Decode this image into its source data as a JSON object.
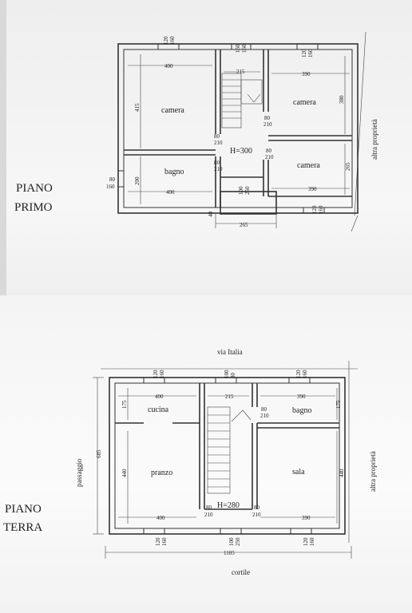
{
  "top_plan": {
    "title_line1": "PIANO",
    "title_line2": "PRIMO",
    "height_label": "H=300",
    "neighbor_label": "altra proprietà",
    "rooms": {
      "camera_left": "camera",
      "camera_top_right": "camera",
      "camera_bottom_right": "camera",
      "bagno": "bagno"
    },
    "dims": {
      "w400_top": "400",
      "w215": "215",
      "w390_top": "390",
      "w415": "415",
      "w200": "200",
      "w400_bottom": "400",
      "w390_bottom": "390",
      "w380": "380",
      "w265_side": "265",
      "w265_bottom": "265",
      "w40": "40"
    },
    "windows": {
      "top_left_a": "120",
      "top_left_b": "160",
      "top_mid_a": "150",
      "top_mid_b": "160",
      "top_right_a": "120",
      "top_right_b": "160",
      "left_a": "80",
      "left_b": "160",
      "bottom_mid_a": "100",
      "bottom_mid_b": "250",
      "bottom_right_a": "120",
      "bottom_right_b": "160"
    },
    "doors": {
      "d1_a": "80",
      "d1_b": "210",
      "d2_a": "80",
      "d2_b": "210",
      "d3_a": "80",
      "d3_b": "210",
      "d4_a": "80",
      "d4_b": "210"
    }
  },
  "bottom_plan": {
    "title_line1": "PIANO",
    "title_line2": "TERRA",
    "street_label": "via Italia",
    "courtyard_label": "cortile",
    "passage_label": "passaggio",
    "neighbor_label": "altra proprietà",
    "height_label": "H=280",
    "rooms": {
      "cucina": "cucina",
      "bagno": "bagno",
      "pranzo": "pranzo",
      "sala": "sala"
    },
    "dims": {
      "w400_top": "400",
      "w215": "215",
      "w390_top": "390",
      "w175_left": "175",
      "w175_right": "175",
      "w440_left": "440",
      "w440_right": "440",
      "w400_bottom": "400",
      "w390_bottom": "390",
      "w685": "685",
      "w1105": "1105"
    },
    "windows": {
      "top_left_a": "120",
      "top_left_b": "160",
      "top_mid_a": "100",
      "top_mid_b": "80",
      "top_right_a": "120",
      "top_right_b": "160",
      "bottom_left_a": "120",
      "bottom_left_b": "160",
      "bottom_mid_a": "100",
      "bottom_mid_b": "250",
      "bottom_right_a": "120",
      "bottom_right_b": "160"
    },
    "doors": {
      "d1_a": "80",
      "d1_b": "210",
      "d2_a": "80",
      "d2_b": "210",
      "d3_a": "80",
      "d3_b": "210"
    }
  }
}
